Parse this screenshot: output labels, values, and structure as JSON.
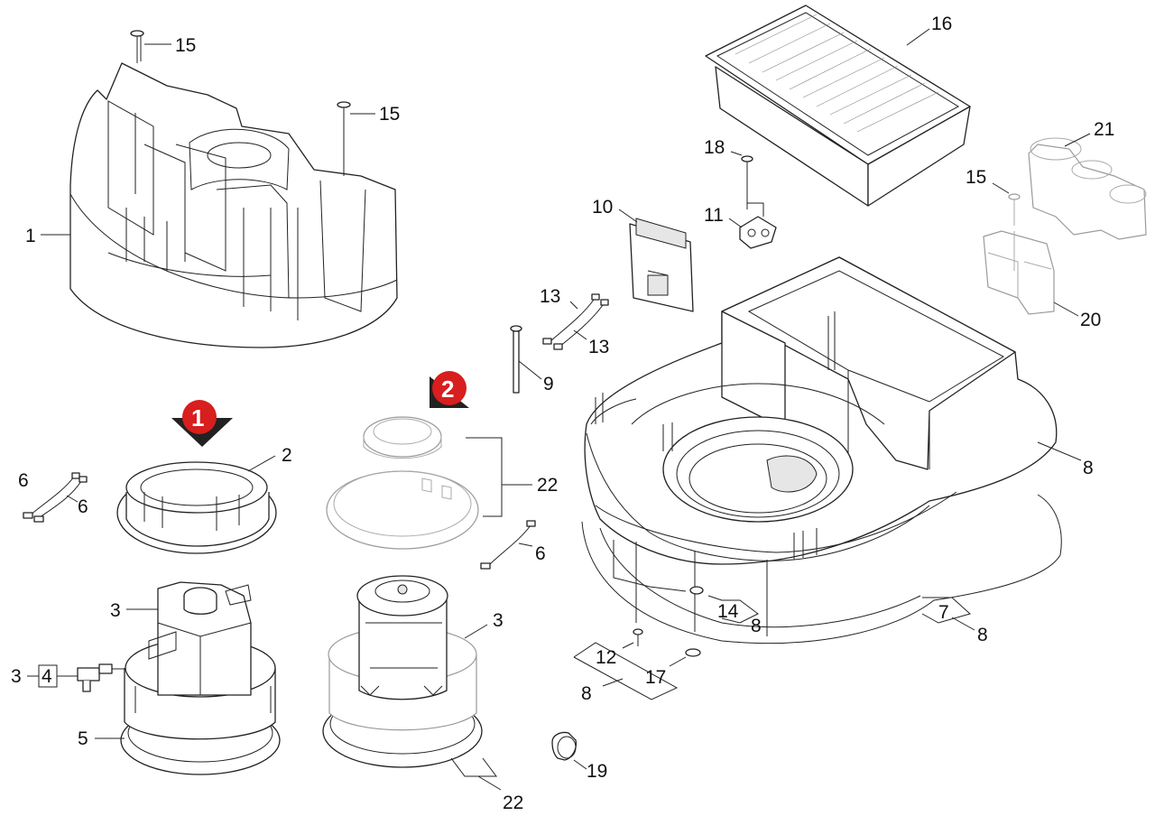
{
  "callouts": {
    "c1": "1",
    "c2": "2",
    "c3a": "3",
    "c3b": "3",
    "c3c": "3",
    "c4": "4",
    "c5": "5",
    "c6a": "6",
    "c6b": "6",
    "c6c": "6",
    "c7": "7",
    "c8a": "8",
    "c8b": "8",
    "c8c": "8",
    "c8d": "8",
    "c9": "9",
    "c10": "10",
    "c11": "11",
    "c12": "12",
    "c13a": "13",
    "c13b": "13",
    "c14": "14",
    "c15a": "15",
    "c15b": "15",
    "c15c": "15",
    "c16": "16",
    "c17": "17",
    "c18": "18",
    "c19": "19",
    "c20": "20",
    "c21": "21",
    "c22a": "22",
    "c22b": "22"
  },
  "badges": {
    "b1": "1",
    "b2": "2"
  },
  "colors": {
    "badge": "#d81e1e",
    "line": "#222222",
    "light": "#9a9a9a"
  }
}
